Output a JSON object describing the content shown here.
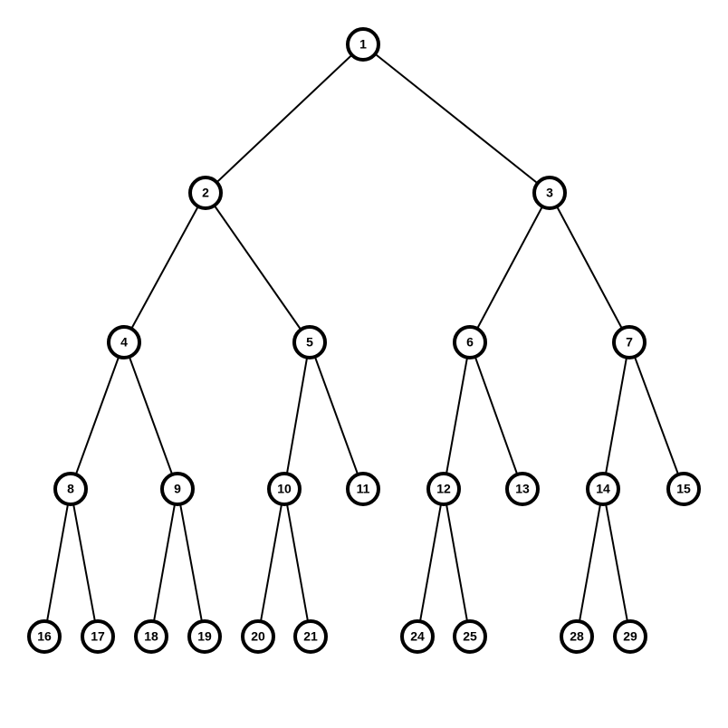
{
  "diagram": {
    "type": "binary-tree",
    "colors": {
      "background": "#ffffff",
      "stroke": "#000000",
      "node_fill": "#ffffff",
      "label": "#000000"
    },
    "nodes": [
      {
        "id": "1",
        "label": "1"
      },
      {
        "id": "2",
        "label": "2"
      },
      {
        "id": "3",
        "label": "3"
      },
      {
        "id": "4",
        "label": "4"
      },
      {
        "id": "5",
        "label": "5"
      },
      {
        "id": "6",
        "label": "6"
      },
      {
        "id": "7",
        "label": "7"
      },
      {
        "id": "8",
        "label": "8"
      },
      {
        "id": "9",
        "label": "9"
      },
      {
        "id": "10",
        "label": "10"
      },
      {
        "id": "11",
        "label": "11"
      },
      {
        "id": "12",
        "label": "12"
      },
      {
        "id": "13",
        "label": "13"
      },
      {
        "id": "14",
        "label": "14"
      },
      {
        "id": "15",
        "label": "15"
      },
      {
        "id": "16",
        "label": "16"
      },
      {
        "id": "17",
        "label": "17"
      },
      {
        "id": "18",
        "label": "18"
      },
      {
        "id": "19",
        "label": "19"
      },
      {
        "id": "20",
        "label": "20"
      },
      {
        "id": "21",
        "label": "21"
      },
      {
        "id": "24",
        "label": "24"
      },
      {
        "id": "25",
        "label": "25"
      },
      {
        "id": "28",
        "label": "28"
      },
      {
        "id": "29",
        "label": "29"
      }
    ],
    "edges": [
      [
        "1",
        "2"
      ],
      [
        "1",
        "3"
      ],
      [
        "2",
        "4"
      ],
      [
        "2",
        "5"
      ],
      [
        "3",
        "6"
      ],
      [
        "3",
        "7"
      ],
      [
        "4",
        "8"
      ],
      [
        "4",
        "9"
      ],
      [
        "5",
        "10"
      ],
      [
        "5",
        "11"
      ],
      [
        "6",
        "12"
      ],
      [
        "6",
        "13"
      ],
      [
        "7",
        "14"
      ],
      [
        "7",
        "15"
      ],
      [
        "8",
        "16"
      ],
      [
        "8",
        "17"
      ],
      [
        "9",
        "18"
      ],
      [
        "9",
        "19"
      ],
      [
        "10",
        "20"
      ],
      [
        "10",
        "21"
      ],
      [
        "12",
        "24"
      ],
      [
        "12",
        "25"
      ],
      [
        "14",
        "28"
      ],
      [
        "14",
        "29"
      ]
    ]
  }
}
